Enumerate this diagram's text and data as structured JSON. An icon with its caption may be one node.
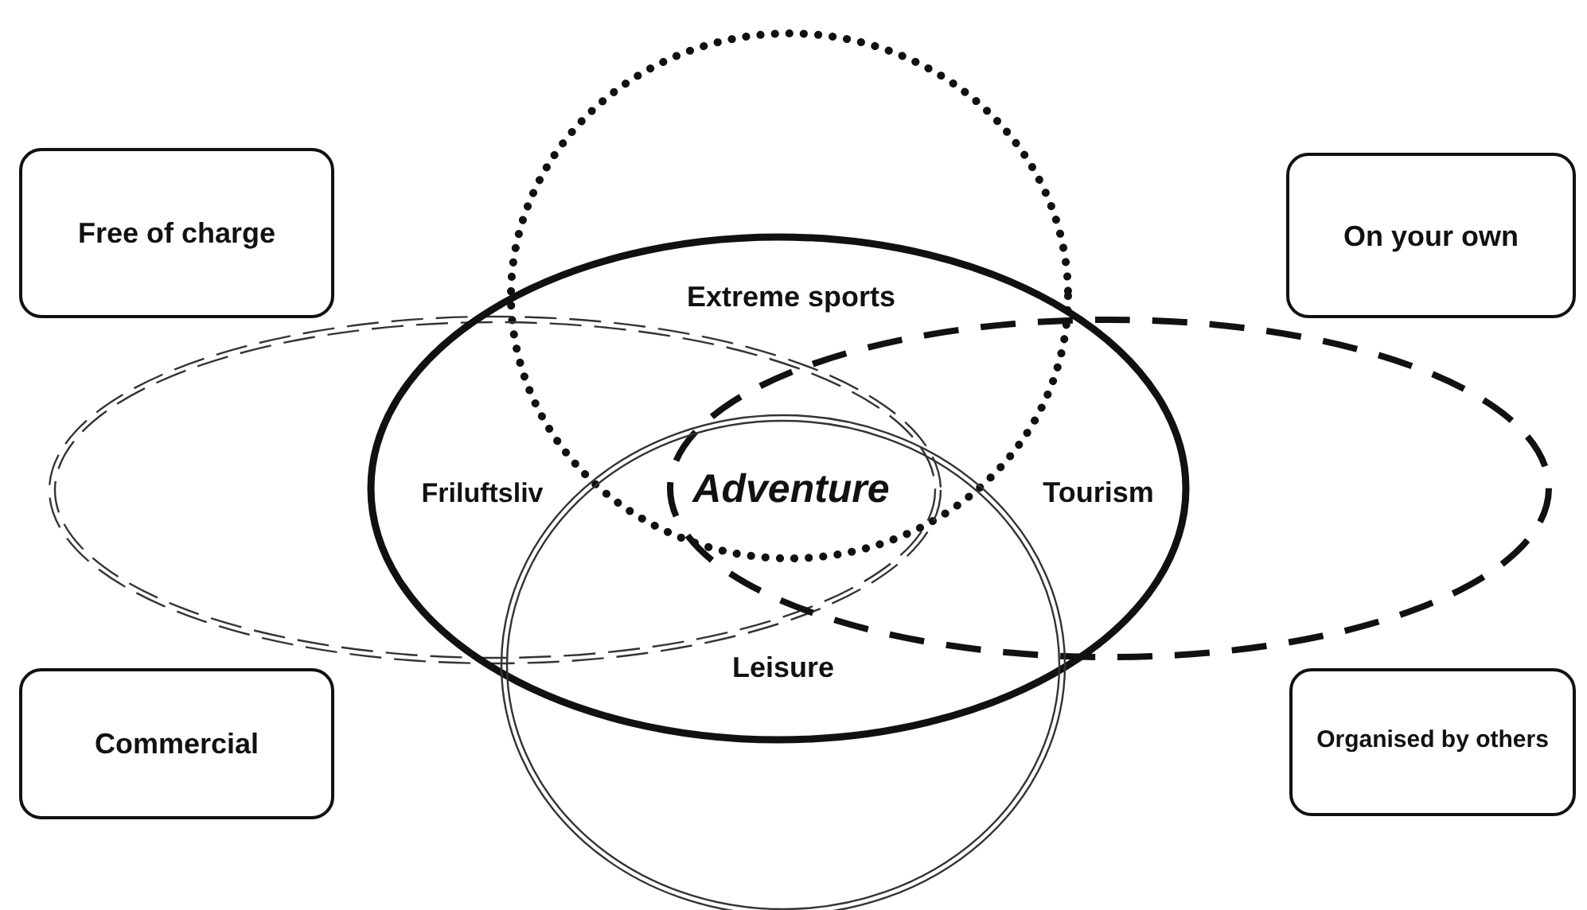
{
  "diagram": {
    "nodes": [
      {
        "text": [
          "Free of charge"
        ]
      },
      {
        "text": [
          "On your own"
        ]
      },
      {
        "text": [
          "Extreme sports"
        ]
      },
      {
        "text": [
          "Friluftsliv"
        ]
      },
      {
        "text": [],
        "shape": "ellipse"
      },
      {
        "text": [
          "Tourism"
        ]
      },
      {
        "text": [
          "Leisure"
        ]
      },
      {
        "text": [
          "Commercial"
        ]
      },
      {
        "text": [
          "Organised by others"
        ]
      }
    ],
    "labels": [
      "Adventure"
    ]
  }
}
